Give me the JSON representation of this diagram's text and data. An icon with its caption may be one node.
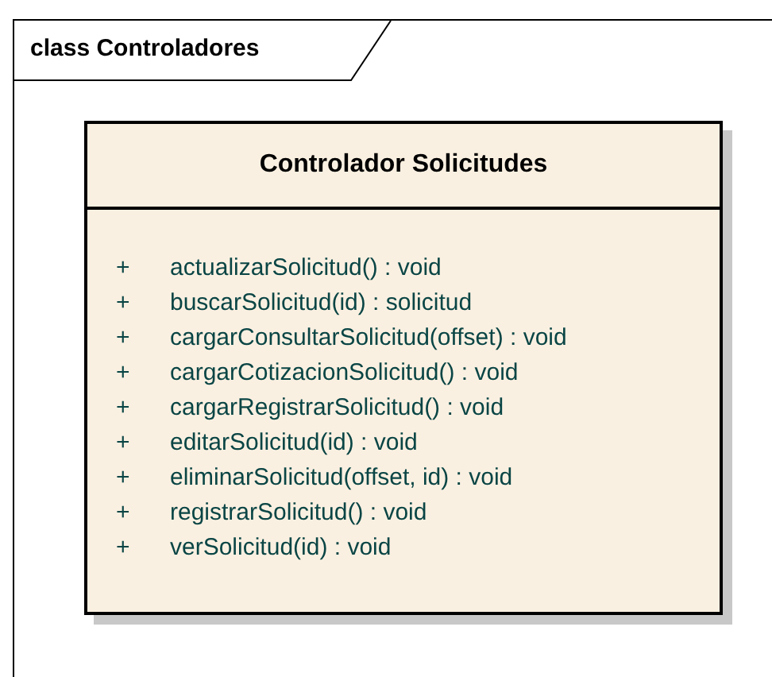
{
  "diagram": {
    "nodes": [
      {
        "text": [
          "class Controladores"
        ]
      },
      {
        "text": [
          "Controlador Solicitudes",
          "+",
          "actualizarSolicitud() : void",
          "+",
          "buscarSolicitud(id) : solicitud",
          "+",
          "cargarConsultarSolicitud(offset) : void",
          "+",
          "cargarCotizacionSolicitud() : void",
          "+",
          "cargarRegistrarSolicitud() : void",
          "+",
          "editarSolicitud(id) : void",
          "+",
          "eliminarSolicitud(offset, id) : void",
          "+",
          "registrarSolicitud() : void",
          "+",
          "verSolicitud(id) : void"
        ],
        "in": 0
      }
    ],
    "edges": []
  }
}
